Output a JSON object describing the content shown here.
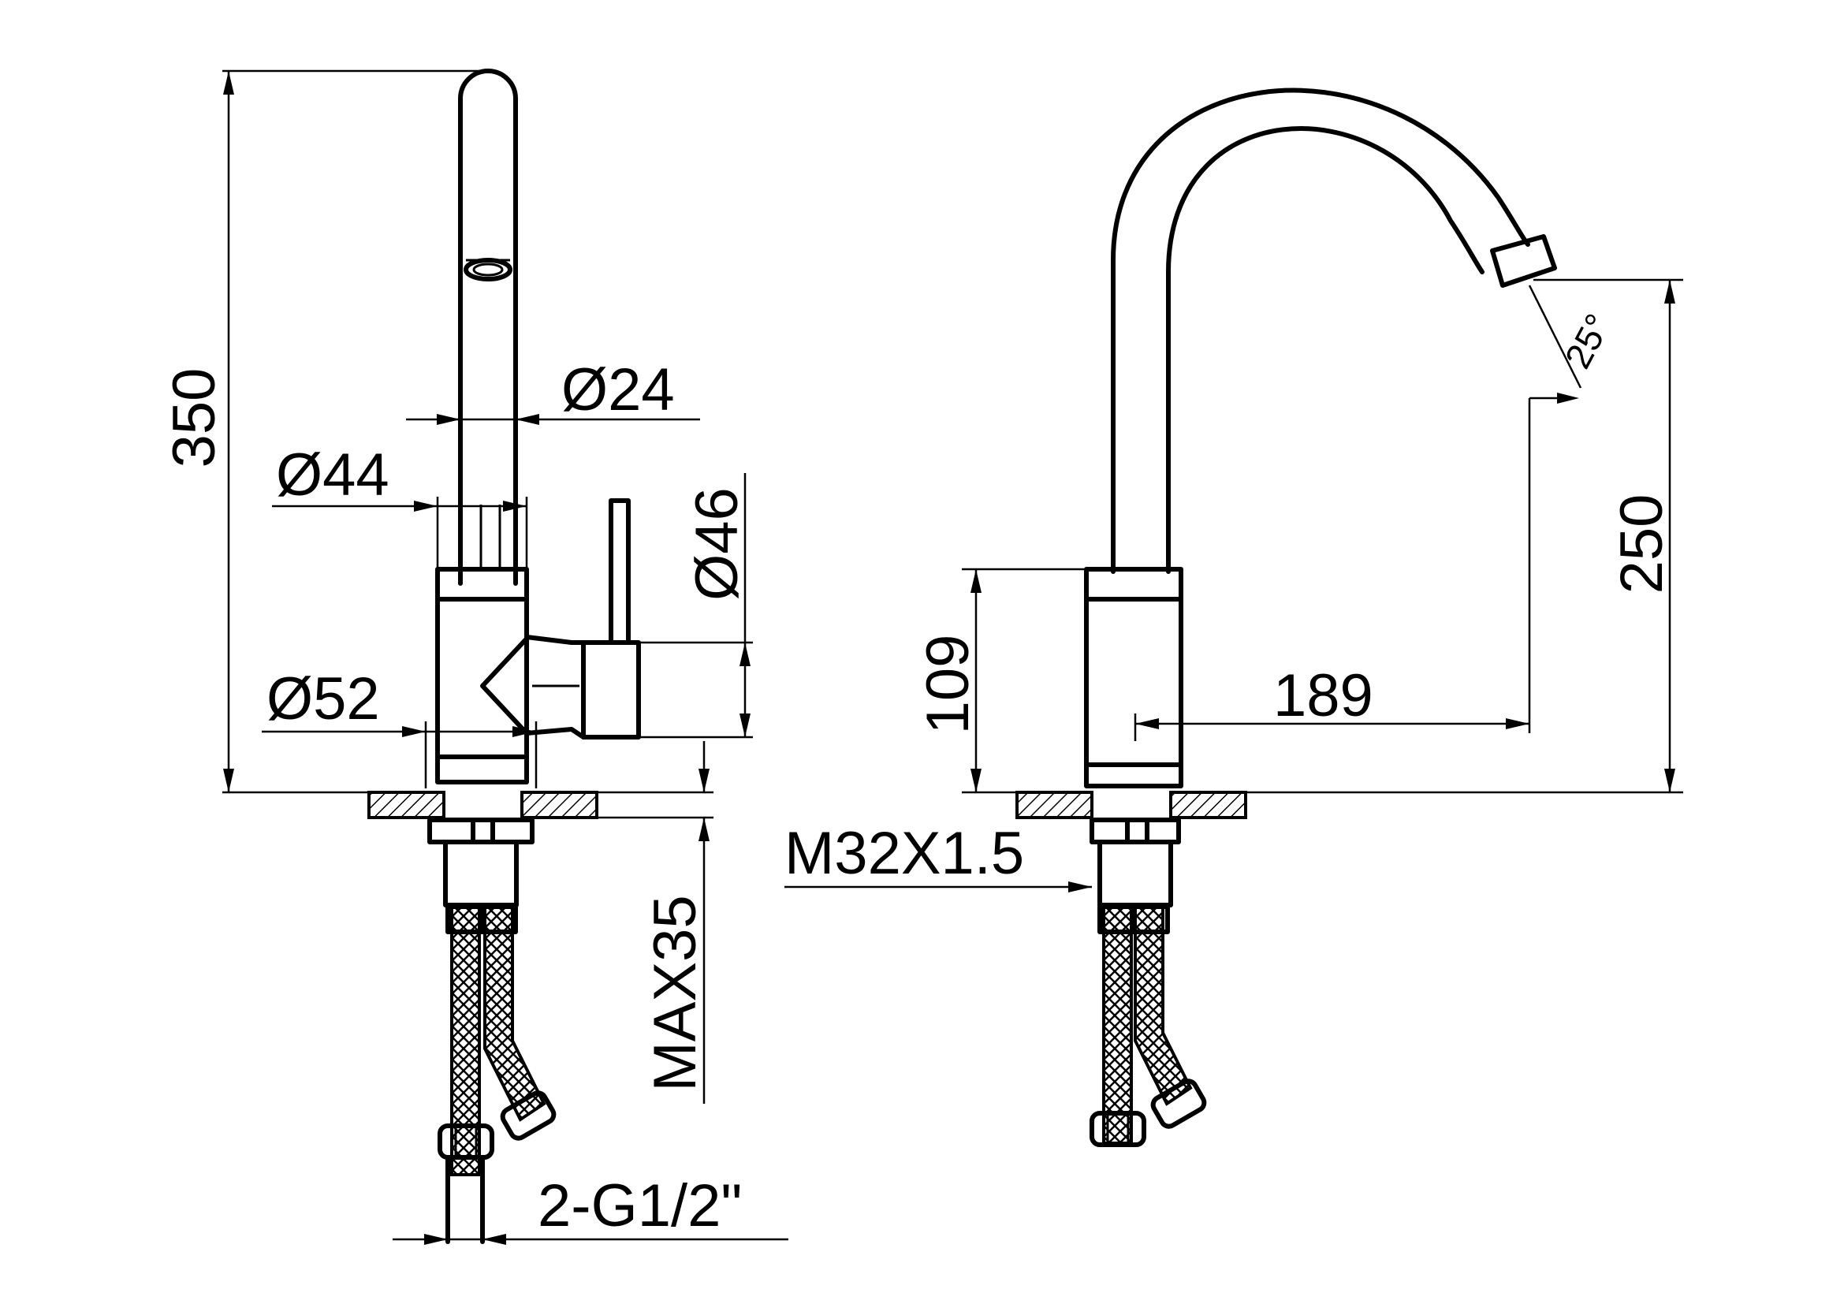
{
  "labels": {
    "height_total": "350",
    "dia_spout": "Ø24",
    "dia_upper": "Ø44",
    "dia_handle": "Ø46",
    "dia_base": "Ø52",
    "max_thickness": "MAX35",
    "connection": "2-G1/2\"",
    "thread": "M32X1.5",
    "body_height": "109",
    "reach": "189",
    "spout_height": "250",
    "angle": "25°"
  }
}
